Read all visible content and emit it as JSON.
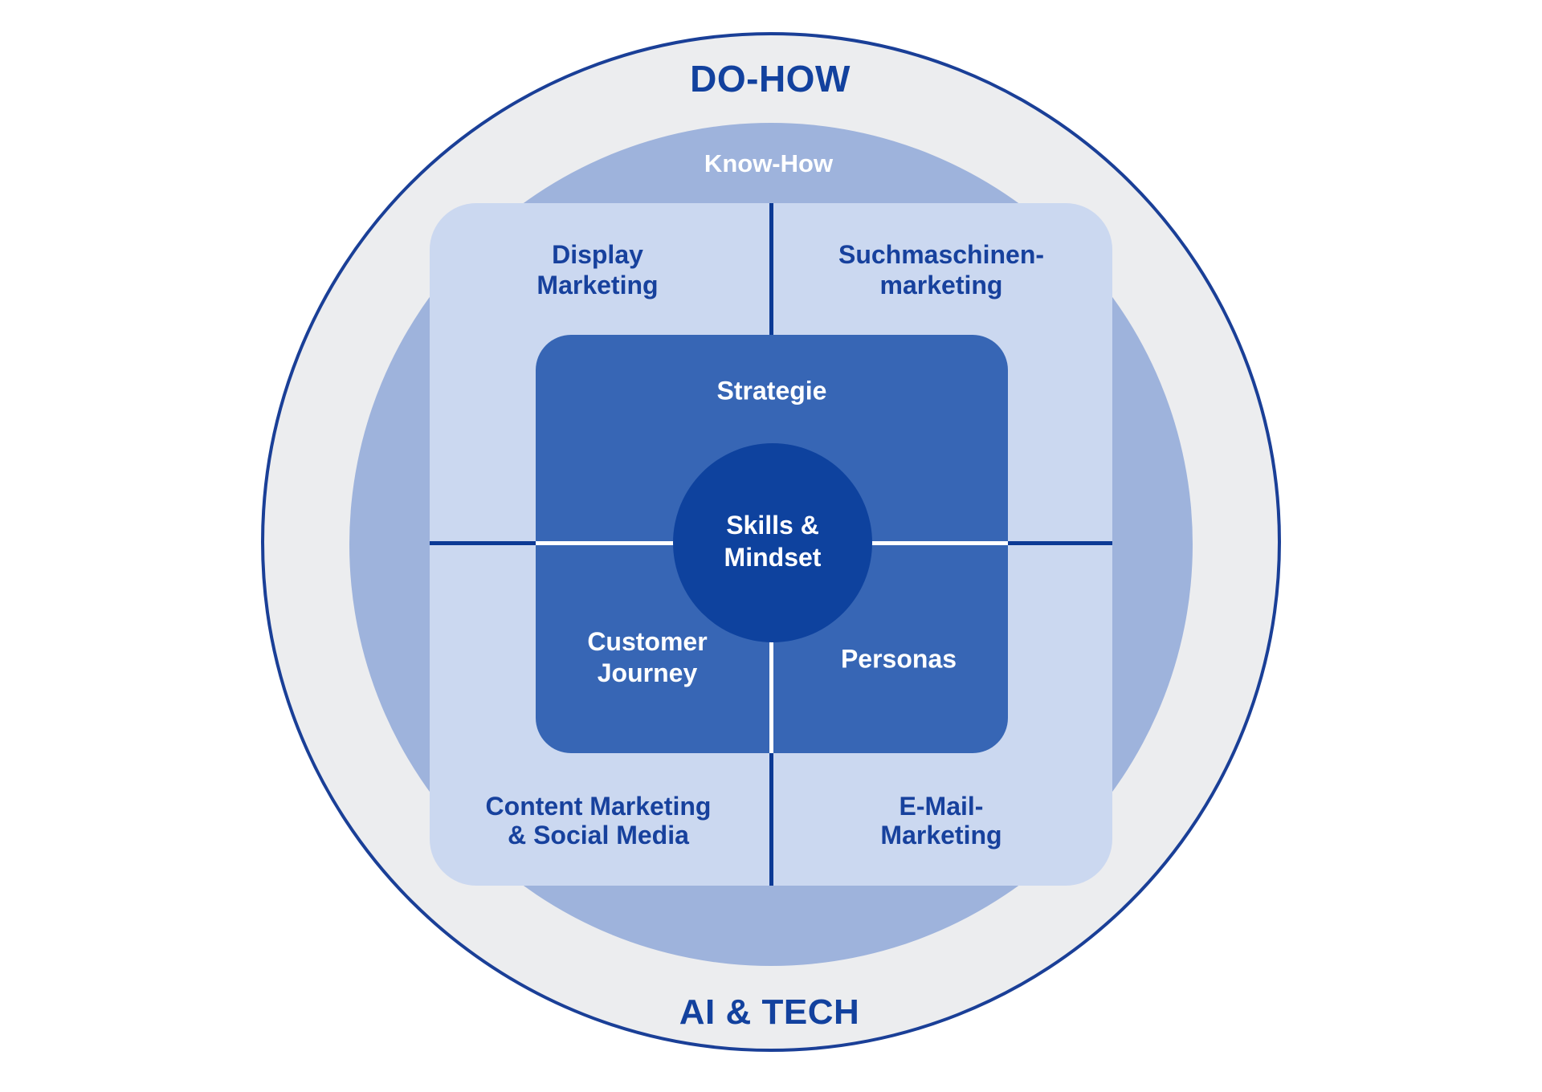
{
  "colors": {
    "background": "#FFFFFF",
    "outer_ring_fill": "#ECEDEF",
    "outer_ring_border": "#1A3F97",
    "middle_circle": "#9EB3DC",
    "outer_square": "#CBD8F0",
    "inner_square": "#3766B5",
    "center_circle": "#0E429E",
    "divider_dark": "#0C3A95",
    "divider_light": "#FFFFFF",
    "dark_text": "#17419D",
    "heading_text": "#12419E",
    "light_text": "#FFFFFF"
  },
  "labels": {
    "do_how": "DO-HOW",
    "know_how": "Know-How",
    "ai_tech": "AI & TECH",
    "display_marketing": [
      "Display",
      "Marketing"
    ],
    "suchmaschinen_marketing": [
      "Suchmaschinen-",
      "marketing"
    ],
    "content_marketing": [
      "Content Marketing",
      "& Social Media"
    ],
    "email_marketing": [
      "E-Mail-",
      "Marketing"
    ],
    "strategie": "Strategie",
    "customer_journey": [
      "Customer",
      "Journey"
    ],
    "personas": "Personas",
    "skills_mindset": [
      "Skills &",
      "Mindset"
    ]
  }
}
